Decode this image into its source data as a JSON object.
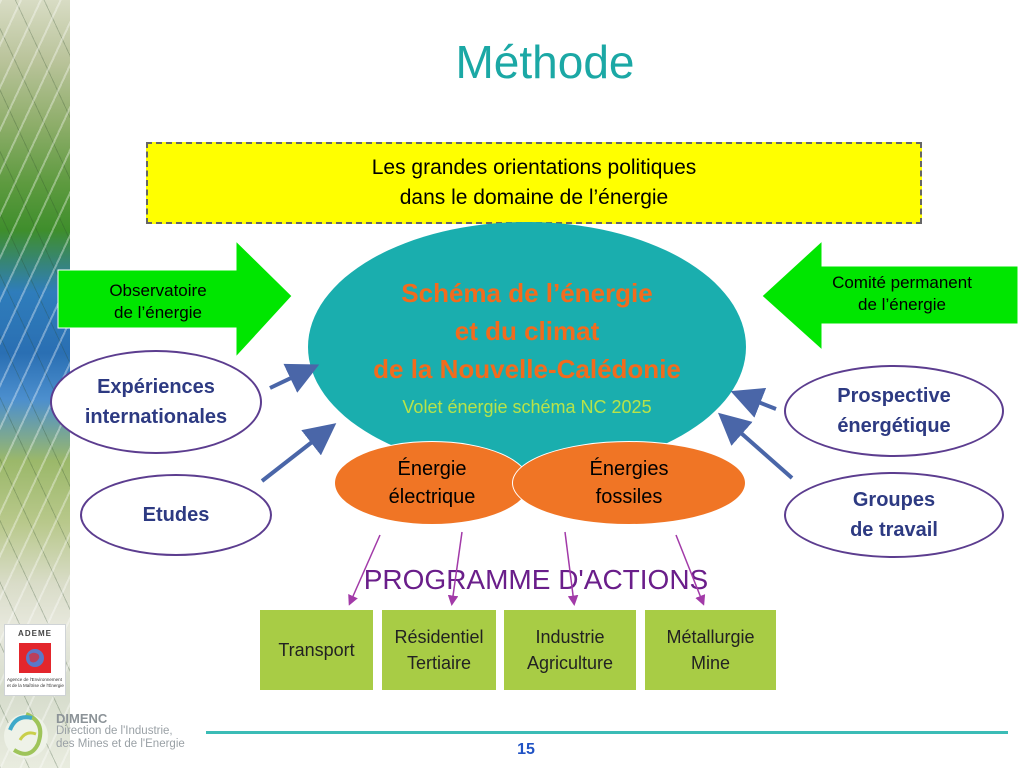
{
  "slide": {
    "title": "Méthode",
    "page_number": "15"
  },
  "orientations": {
    "line1": "Les grandes orientations politiques",
    "line2": "dans le domaine de l’énergie"
  },
  "central": {
    "title_line1": "Schéma de l’énergie",
    "title_line2": "et du climat",
    "title_line3": "de la Nouvelle-Calédonie",
    "subtitle": "Volet énergie schéma NC 2025"
  },
  "inputs_left": {
    "observatoire_line1": "Observatoire",
    "observatoire_line2": "de l’énergie",
    "experiences_line1": "Expériences",
    "experiences_line2": "internationales",
    "etudes": "Etudes"
  },
  "inputs_right": {
    "comite_line1": "Comité permanent",
    "comite_line2": "de l’énergie",
    "prospective_line1": "Prospective",
    "prospective_line2": "énergétique",
    "groupes_line1": "Groupes",
    "groupes_line2": "de travail"
  },
  "energies": {
    "electrique_line1": "Énergie",
    "electrique_line2": "électrique",
    "fossiles_line1": "Énergies",
    "fossiles_line2": "fossiles"
  },
  "programme": {
    "heading": "PROGRAMME D'ACTIONS",
    "sectors": [
      {
        "line1": "Transport",
        "line2": ""
      },
      {
        "line1": "Résidentiel",
        "line2": "Tertiaire"
      },
      {
        "line1": "Industrie",
        "line2": "Agriculture"
      },
      {
        "line1": "Métallurgie",
        "line2": "Mine"
      }
    ]
  },
  "logos": {
    "ademe_word": "ADEME",
    "ademe_caption_line1": "Agence de l'Environnement",
    "ademe_caption_line2": "et de la Maîtrise de l'Énergie",
    "dimenc_name": "DIMENC",
    "dimenc_line1": "Direction de l'Industrie,",
    "dimenc_line2": "des Mines et de l'Energie"
  },
  "colors": {
    "title": "#1ba8a5",
    "orientations_bg": "#ffff00",
    "central_bg": "#1aaeae",
    "central_title": "#f26b1d",
    "central_subtitle": "#b7e34a",
    "energy_bg": "#f07525",
    "arrow_green": "#00e600",
    "ring_outline": "#5c3d8f",
    "ring_text": "#2d3a82",
    "programme": "#6a1e8a",
    "sector_bg": "#a8cc45",
    "footer_line": "#3bbcb6",
    "page_number": "#1f52c4"
  }
}
